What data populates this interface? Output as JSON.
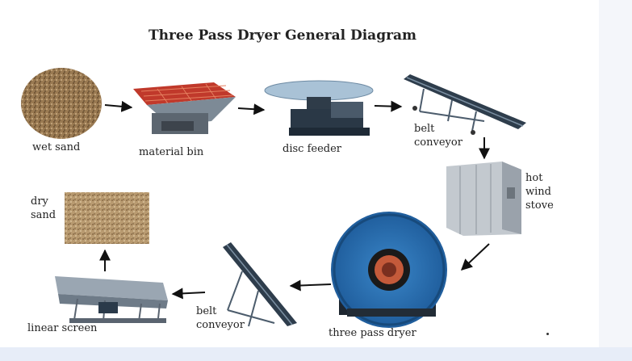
{
  "title": "Three Pass Dryer General Diagram",
  "stages": {
    "wet_sand": "wet sand",
    "material_bin": "material bin",
    "disc_feeder": "disc feeder",
    "belt_conveyor_top": [
      "belt",
      "conveyor"
    ],
    "hot_wind_stove": [
      "hot",
      "wind",
      "stove"
    ],
    "three_pass_dryer": "three pass dryer",
    "belt_conveyor_bottom": [
      "belt",
      "conveyor"
    ],
    "linear_screen": "linear screen",
    "dry_sand": [
      "dry",
      "sand"
    ]
  }
}
